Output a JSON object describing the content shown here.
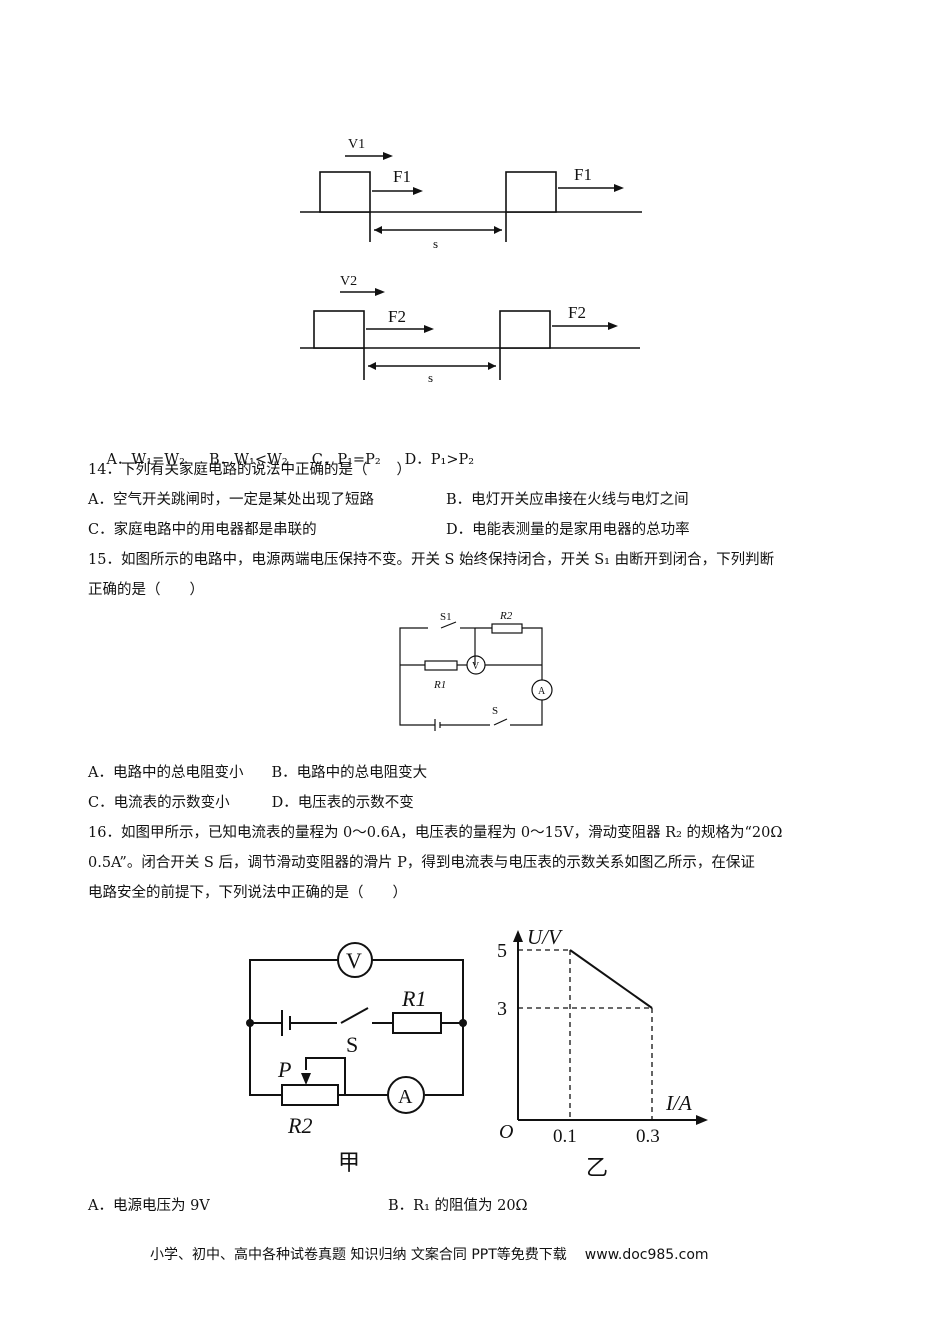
{
  "fig13": {
    "v1": "V1",
    "v2": "V2",
    "f1": "F1",
    "f2": "F2",
    "s": "s"
  },
  "q13": {
    "options": [
      "A．W₁=W₂",
      "B．W₁<W₂",
      "C．P₁=P₂",
      "D．P₁>P₂"
    ]
  },
  "q14": {
    "stem": "14．下列有关家庭电路的说法中正确的是（　　）",
    "options": [
      "A．空气开关跳闸时，一定是某处出现了短路",
      "B．电灯开关应串接在火线与电灯之间",
      "C．家庭电路中的用电器都是串联的",
      "D．电能表测量的是家用电器的总功率"
    ]
  },
  "q15": {
    "stem1": "15．如图所示的电路中，电源两端电压保持不变。开关 S 始终保持闭合，开关 S₁ 由断开到闭合，下列判断",
    "stem2": "正确的是（　　）",
    "options": [
      "A．电路中的总电阻变小",
      "B．电路中的总电阻变大",
      "C．电流表的示数变小",
      "D．电压表的示数不变"
    ],
    "fig": {
      "s1": "S1",
      "r2": "R2",
      "v": "V",
      "r1": "R1",
      "a": "A",
      "s": "S"
    }
  },
  "q16": {
    "stem1": "16．如图甲所示，已知电流表的量程为 0～0.6A，电压表的量程为 0～15V，滑动变阻器 R₂ 的规格为“20Ω",
    "stem2": "0.5A”。闭合开关 S 后，调节滑动变阻器的滑片 P，得到电流表与电压表的示数关系如图乙所示，在保证",
    "stem3": "电路安全的前提下，下列说法中正确的是（　　）",
    "options": [
      "A．电源电压为 9V",
      "B．R₁ 的阻值为 20Ω"
    ],
    "fig_jia": {
      "v": "V",
      "r1": "R1",
      "s": "S",
      "p": "P",
      "a": "A",
      "r2": "R2",
      "caption": "甲"
    },
    "fig_yi": {
      "caption": "乙",
      "ylabel": "U/V",
      "xlabel": "I/A",
      "origin": "O",
      "yticks": [
        "5",
        "3"
      ],
      "xticks": [
        "0.1",
        "0.3"
      ]
    }
  },
  "footer": {
    "text": "小学、初中、高中各种试卷真题 知识归纳 文案合同 PPT等免费下载",
    "url": "www.doc985.com"
  }
}
